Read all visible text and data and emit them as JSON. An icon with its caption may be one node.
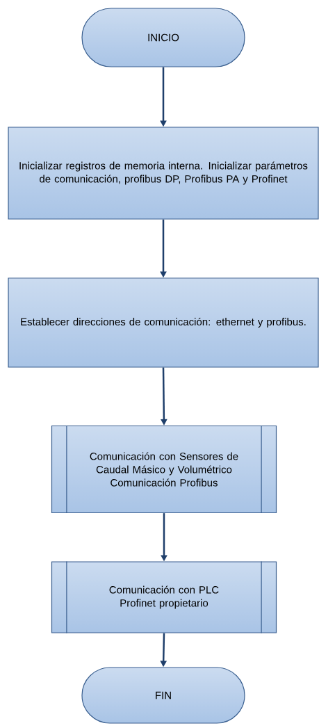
{
  "diagram": {
    "nodes": [
      {
        "text": [
          "INICIO"
        ]
      },
      {
        "text": [
          "Inicializar registros de memoria interna. Inicializar parámetros de comunicación, profibus DP, Profibus PA y Profinet"
        ]
      },
      {
        "text": [
          "Establecer direcciones de comunicación: ethernet y profibus."
        ]
      },
      {
        "text": [
          "Comunicación con Sensores de Caudal Másico y Volumétrico Comunicación Profibus"
        ]
      },
      {
        "text": [
          "Comunicación con PLC Profinet propietario"
        ]
      },
      {
        "text": [
          "FIN"
        ]
      }
    ],
    "edges": [
      {
        "from": 0,
        "to": 1,
        "arrow": "to"
      },
      {
        "from": 1,
        "to": 2,
        "arrow": "to"
      },
      {
        "from": 2,
        "to": 3,
        "arrow": "to"
      },
      {
        "from": 3,
        "to": 4,
        "arrow": "to"
      },
      {
        "from": 4,
        "to": 5,
        "arrow": "to"
      }
    ]
  }
}
